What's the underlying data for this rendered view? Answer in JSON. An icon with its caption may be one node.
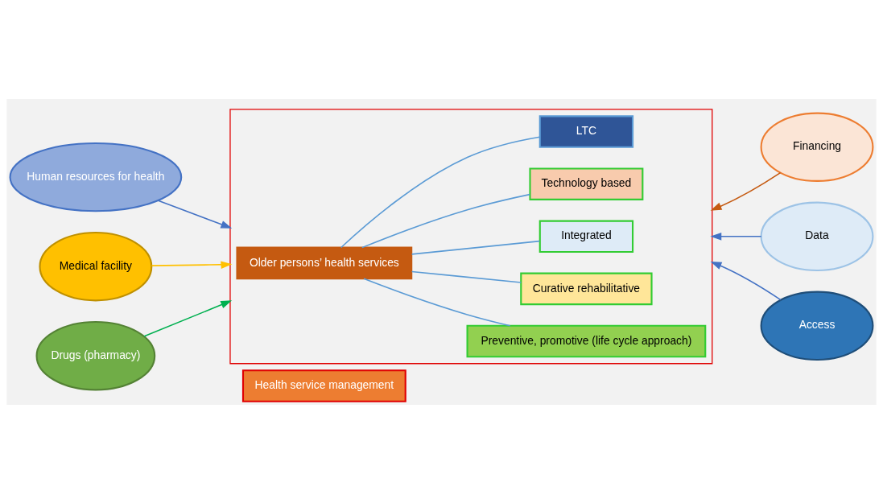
{
  "diagram": {
    "nodes": [
      {
        "text": [],
        "shape": "box"
      },
      {
        "text": [
          "Older persons’ health services"
        ],
        "in": 0
      },
      {
        "text": [
          "Preventive, promotive (life cycle approach)"
        ],
        "in": 0
      },
      {
        "text": [
          "Curative rehabilitative"
        ],
        "in": 0
      },
      {
        "text": [
          "Integrated"
        ],
        "in": 0
      },
      {
        "text": [
          "Technology based"
        ],
        "in": 0
      },
      {
        "text": [
          "LTC"
        ],
        "in": 0
      },
      {
        "text": [
          "Health service management"
        ]
      },
      {
        "text": [
          "Human resources for health"
        ]
      },
      {
        "text": [
          "Medical facility"
        ]
      },
      {
        "text": [
          "Drugs (pharmacy)"
        ]
      },
      {
        "text": [
          "Financing"
        ]
      },
      {
        "text": [
          "Data"
        ]
      },
      {
        "text": [
          "Access"
        ]
      }
    ],
    "edges": [
      {
        "from": 8,
        "to": 0,
        "arrow": "to"
      },
      {
        "from": 9,
        "to": 0,
        "arrow": "to",
        "color": "#ffc000"
      },
      {
        "from": 10,
        "to": 0,
        "arrow": "to",
        "color": "#00b050"
      },
      {
        "from": 11,
        "to": 0,
        "arrow": "to",
        "color": "#c55a11"
      },
      {
        "from": 12,
        "to": 0,
        "arrow": "to"
      },
      {
        "from": 13,
        "to": 0,
        "arrow": "to"
      },
      {
        "from": 1,
        "to": 2,
        "arrow": "none",
        "color": "#5b9bd5"
      },
      {
        "from": 1,
        "to": 3,
        "arrow": "none",
        "color": "#5b9bd5"
      },
      {
        "from": 1,
        "to": 4,
        "arrow": "none",
        "color": "#5b9bd5"
      },
      {
        "from": 1,
        "to": 5,
        "arrow": "none",
        "color": "#5b9bd5"
      },
      {
        "from": 1,
        "to": 6,
        "arrow": "none",
        "color": "#5b9bd5"
      }
    ]
  }
}
